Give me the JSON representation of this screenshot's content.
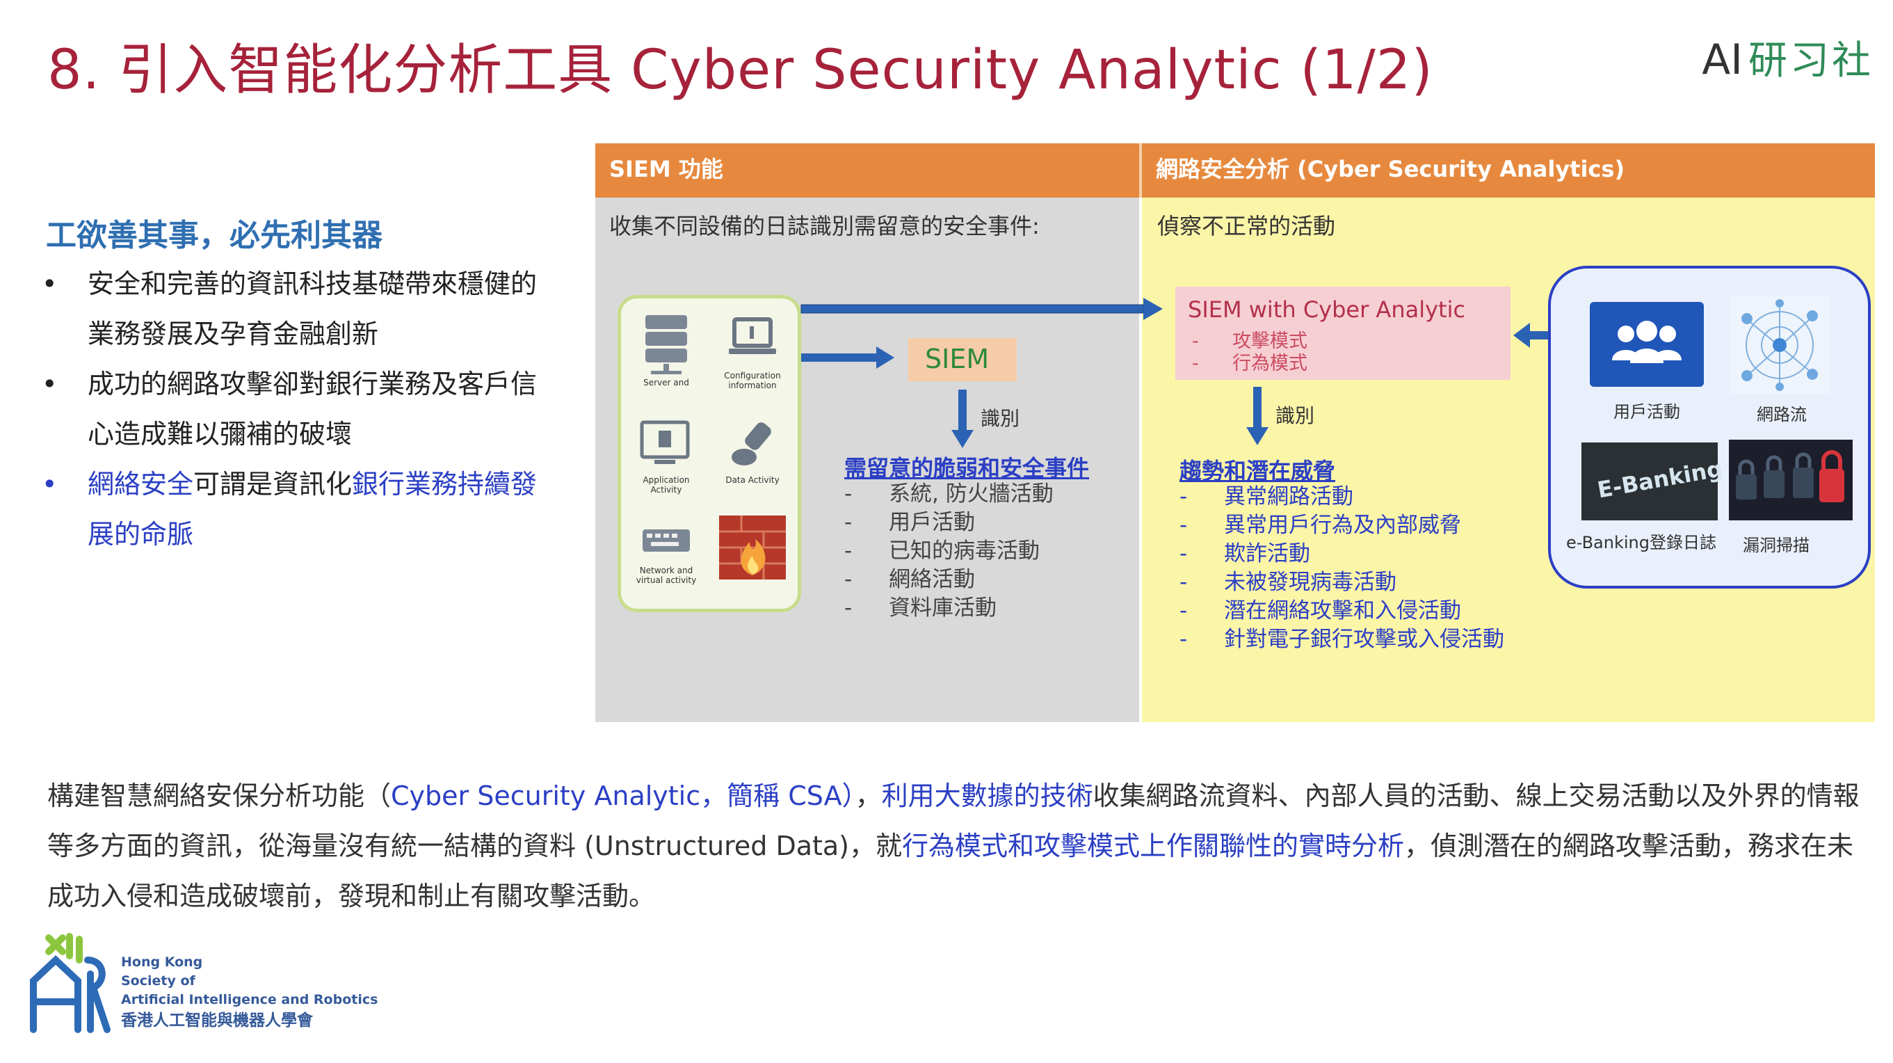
{
  "title": "8. 引入智能化分析工具 Cyber Security Analytic  (1/2)",
  "brand": {
    "ai": "AI",
    "cn": "研习社"
  },
  "left": {
    "heading": "工欲善其事，必先利其器",
    "bullets": [
      {
        "dot": "•",
        "line1": "安全和完善的資訊科技基礎帶來穩健的",
        "line2": "業務發展及孕育金融創新"
      },
      {
        "dot": "•",
        "line1": "成功的網路攻擊卻對銀行業務及客戶信",
        "line2": "心造成難以彌補的破壞"
      }
    ],
    "bullet3": {
      "dot": "•",
      "p1": "網絡安全",
      "p2": "可謂是資訊化",
      "p3": "銀行業務持續發",
      "line2": "展的命脈"
    }
  },
  "diagram": {
    "header_left": "SIEM 功能",
    "header_right": "網路安全分析 (Cyber Security Analytics)",
    "left_intro": "收集不同設備的日誌識別需留意的安全事件:",
    "right_intro": "偵察不正常的活動",
    "devices": [
      {
        "icon": "server-icon",
        "caption": "Server and"
      },
      {
        "icon": "laptop-config-icon",
        "caption": "Configuration information"
      },
      {
        "icon": "application-activity-icon",
        "caption": "Application Activity"
      },
      {
        "icon": "data-activity-icon",
        "caption": "Data Activity"
      },
      {
        "icon": "keyboard-network-icon",
        "caption": "Network and virtual activity"
      },
      {
        "icon": "firewall-icon",
        "caption": ""
      }
    ],
    "siem_label": "SIEM",
    "identify_label": "識別",
    "left_list_head": "需留意的脆弱和安全事件",
    "left_list": [
      "系統, 防火牆活動",
      "用戶活動",
      "已知的病毒活動",
      "網絡活動",
      "資料庫活動"
    ],
    "csa_title": "SIEM with Cyber Analytic",
    "csa_items": [
      "攻擊模式",
      "行為模式"
    ],
    "right_list_head": "趨勢和潛在威脅",
    "right_list": [
      "異常網路活動",
      "異常用戶行為及內部威脅",
      "欺詐活動",
      "未被發現病毒活動",
      "潛在網絡攻擊和入侵活動",
      "針對電子銀行攻擊或入侵活動"
    ],
    "dash": "-",
    "sources": [
      {
        "icon": "users-icon",
        "caption": "用戶活動"
      },
      {
        "icon": "network-graph-icon",
        "caption": "網路流"
      },
      {
        "icon": "ebanking-icon",
        "caption": "e-Banking登錄日誌",
        "tile_text": "E-Banking"
      },
      {
        "icon": "locks-icon",
        "caption": "漏洞掃描"
      }
    ],
    "colors": {
      "header": "#e6893e",
      "left_panel": "#d9d9d9",
      "right_panel": "#fbf5a8",
      "arrow": "#2b62b4"
    }
  },
  "summary": {
    "s1": "構建智慧網絡安保分析功能（",
    "s2": "Cyber Security Analytic，簡稱  CSA）",
    "s3": "，",
    "s4": "利用大數據的技術",
    "s5": "收集網路流資料、內部人員的活動、線上交易活動以及外界的情報等多方面的資訊，從海量沒有統一結構的資料 (Unstructured Data)，就",
    "s6": "行為模式和攻擊模式上作關聯性的實時分析",
    "s7": "，偵測潛在的網路攻擊活動，務求在未成功入侵和造成破壞前，發現和制止有關攻擊活動。"
  },
  "logo": {
    "lines": [
      "Hong Kong",
      "Society of",
      "Artificial Intelligence and Robotics",
      "香港人工智能與機器人學會"
    ]
  }
}
